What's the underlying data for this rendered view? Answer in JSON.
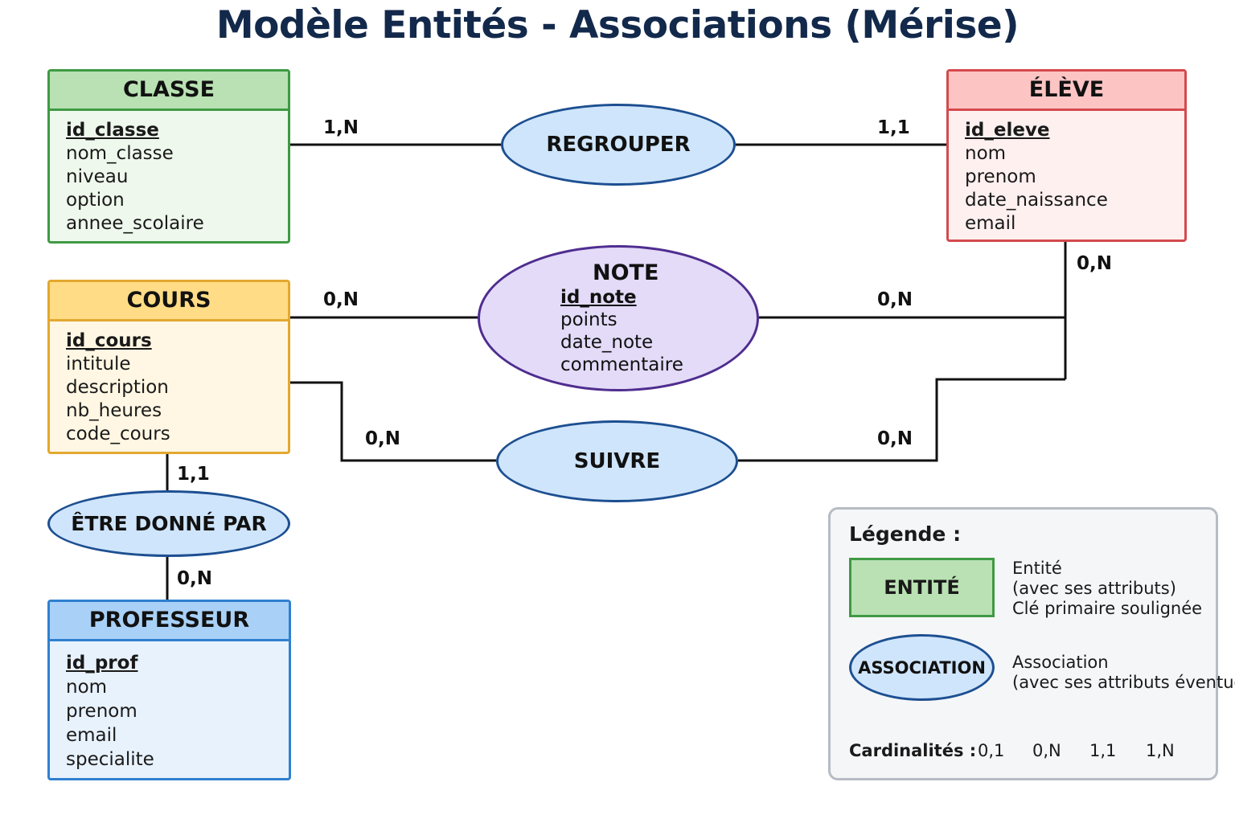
{
  "title": "Modèle Entités - Associations (Mérise)",
  "entities": {
    "classe": {
      "name": "CLASSE",
      "pk": "id_classe",
      "attrs": [
        "nom_classe",
        "niveau",
        "option",
        "annee_scolaire"
      ]
    },
    "eleve": {
      "name": "ÉLÈVE",
      "pk": "id_eleve",
      "attrs": [
        "nom",
        "prenom",
        "date_naissance",
        "email"
      ]
    },
    "cours": {
      "name": "COURS",
      "pk": "id_cours",
      "attrs": [
        "intitule",
        "description",
        "nb_heures",
        "code_cours"
      ]
    },
    "professeur": {
      "name": "PROFESSEUR",
      "pk": "id_prof",
      "attrs": [
        "nom",
        "prenom",
        "email",
        "specialite"
      ]
    }
  },
  "associations": {
    "regrouper": {
      "name": "REGROUPER"
    },
    "note": {
      "name": "NOTE",
      "pk": "id_note",
      "attrs": [
        "points",
        "date_note",
        "commentaire"
      ]
    },
    "suivre": {
      "name": "SUIVRE"
    },
    "etre_donne_par": {
      "name": "ÊTRE DONNÉ PAR"
    }
  },
  "cardinalities": {
    "classe_regrouper": "1,N",
    "eleve_regrouper": "1,1",
    "cours_note": "0,N",
    "eleve_note": "0,N",
    "eleve_down": "0,N",
    "cours_suivre": "0,N",
    "eleve_suivre": "0,N",
    "cours_donne": "1,1",
    "prof_donne": "0,N"
  },
  "legend": {
    "title": "Légende :",
    "entity_swatch": "ENTITÉ",
    "entity_desc": [
      "Entité",
      "(avec ses attributs)",
      "Clé primaire soulignée"
    ],
    "association_swatch": "ASSOCIATION",
    "association_desc": [
      "Association",
      "(avec ses attributs éventuels)"
    ],
    "cardinalities_label": "Cardinalités :",
    "cardinalities": [
      "0,1",
      "0,N",
      "1,1",
      "1,N"
    ]
  },
  "colors": {
    "title": "#13294b",
    "classe": "#3f9a44",
    "eleve": "#d44a4d",
    "cours": "#e3a82f",
    "professeur": "#2f80d0",
    "association": "#1d4f91",
    "note": "#4f2d8f"
  }
}
